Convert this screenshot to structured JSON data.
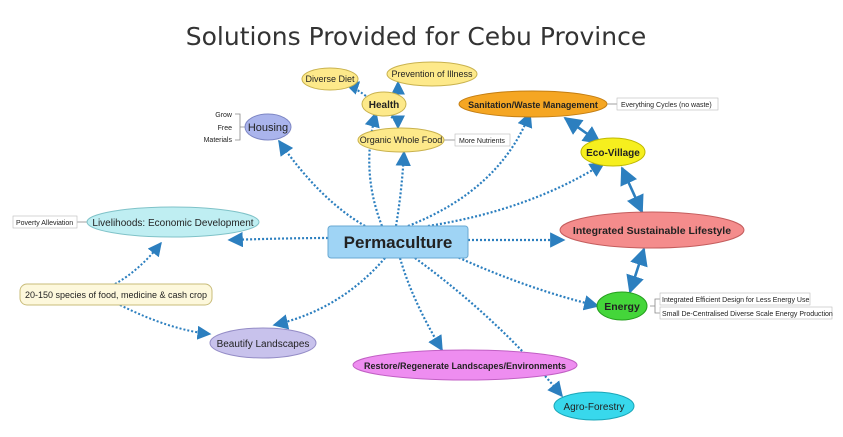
{
  "title": "Solutions Provided for Cebu Province",
  "nodes": {
    "permaculture": "Permaculture",
    "health": "Health",
    "diverse_diet": "Diverse Diet",
    "prevention": "Prevention of Illness",
    "organic_food": "Organic Whole Food",
    "housing": "Housing",
    "sanitation": "Sanitation/Waste Management",
    "eco_village": "Eco-Village",
    "integrated_lifestyle": "Integrated Sustainable Lifestyle",
    "energy": "Energy",
    "livelihoods": "Livelihoods: Economic Development",
    "species": "20-150 species of food, medicine & cash crop",
    "beautify": "Beautify Landscapes",
    "restore": "Restore/Regenerate Landscapes/Environments",
    "agro_forestry": "Agro-Forestry"
  },
  "notes": {
    "grow": "Grow",
    "free": "Free",
    "materials": "Materials",
    "more_nutrients": "More Nutrients",
    "everything_cycles": "Everything Cycles (no waste)",
    "poverty": "Poverty Alleviation",
    "energy_design": "Integrated Efficient Design for Less Energy Use",
    "energy_production": "Small De-Centralised Diverse Scale Energy Production"
  },
  "colors": {
    "permaculture_fill": "#9fd4f5",
    "health_fill": "#fde98a",
    "housing_fill": "#aab4ec",
    "sanitation_fill": "#f5a623",
    "eco_village_fill": "#f6ef1e",
    "integrated_fill": "#f48c8c",
    "energy_fill": "#44d63a",
    "livelihoods_fill": "#bfeef2",
    "species_fill": "#fdf8dc",
    "beautify_fill": "#c8c2ec",
    "restore_fill": "#ee8df0",
    "agro_fill": "#38d8ec",
    "connector": "#2c7fbf"
  }
}
